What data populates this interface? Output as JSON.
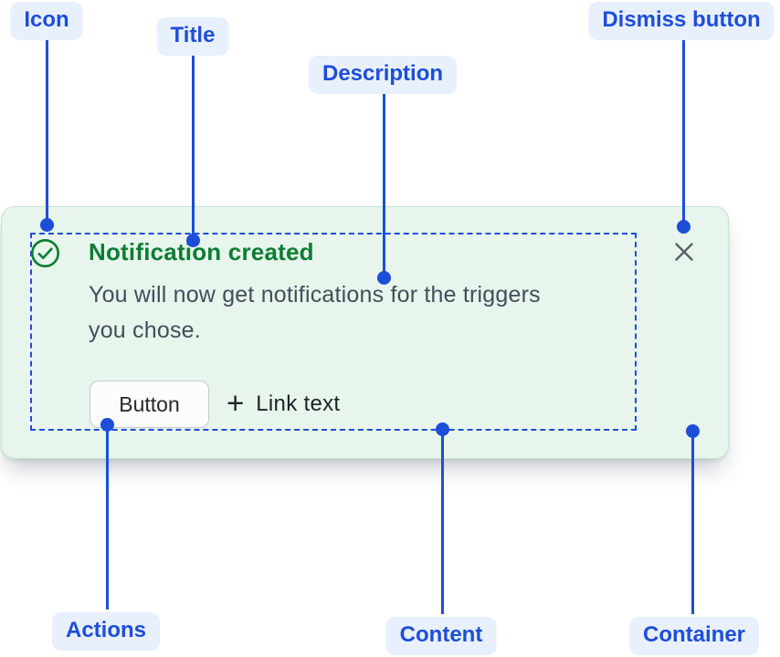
{
  "diagram": {
    "labels": {
      "icon": "Icon",
      "title": "Title",
      "description": "Description",
      "dismiss": "Dismiss button",
      "actions": "Actions",
      "content": "Content",
      "container": "Container"
    }
  },
  "notification": {
    "title": "Notification created",
    "description_lines": [
      "You will now get notifications for the triggers",
      "you chose."
    ],
    "button_label": "Button",
    "link_plus": "+",
    "link_label": "Link text"
  },
  "icons": {
    "status": "check-circle-icon",
    "dismiss": "cross-icon",
    "link_prefix": "plus-icon"
  },
  "colors": {
    "accent_blue": "#1D4ED8",
    "label_pill_bg": "#E8F0FE",
    "success_green": "#0C7D33",
    "card_bg": "#E7F5EC",
    "card_border": "#C5E6D2",
    "body_text": "#424E5A",
    "dismiss_gray": "#586067"
  }
}
